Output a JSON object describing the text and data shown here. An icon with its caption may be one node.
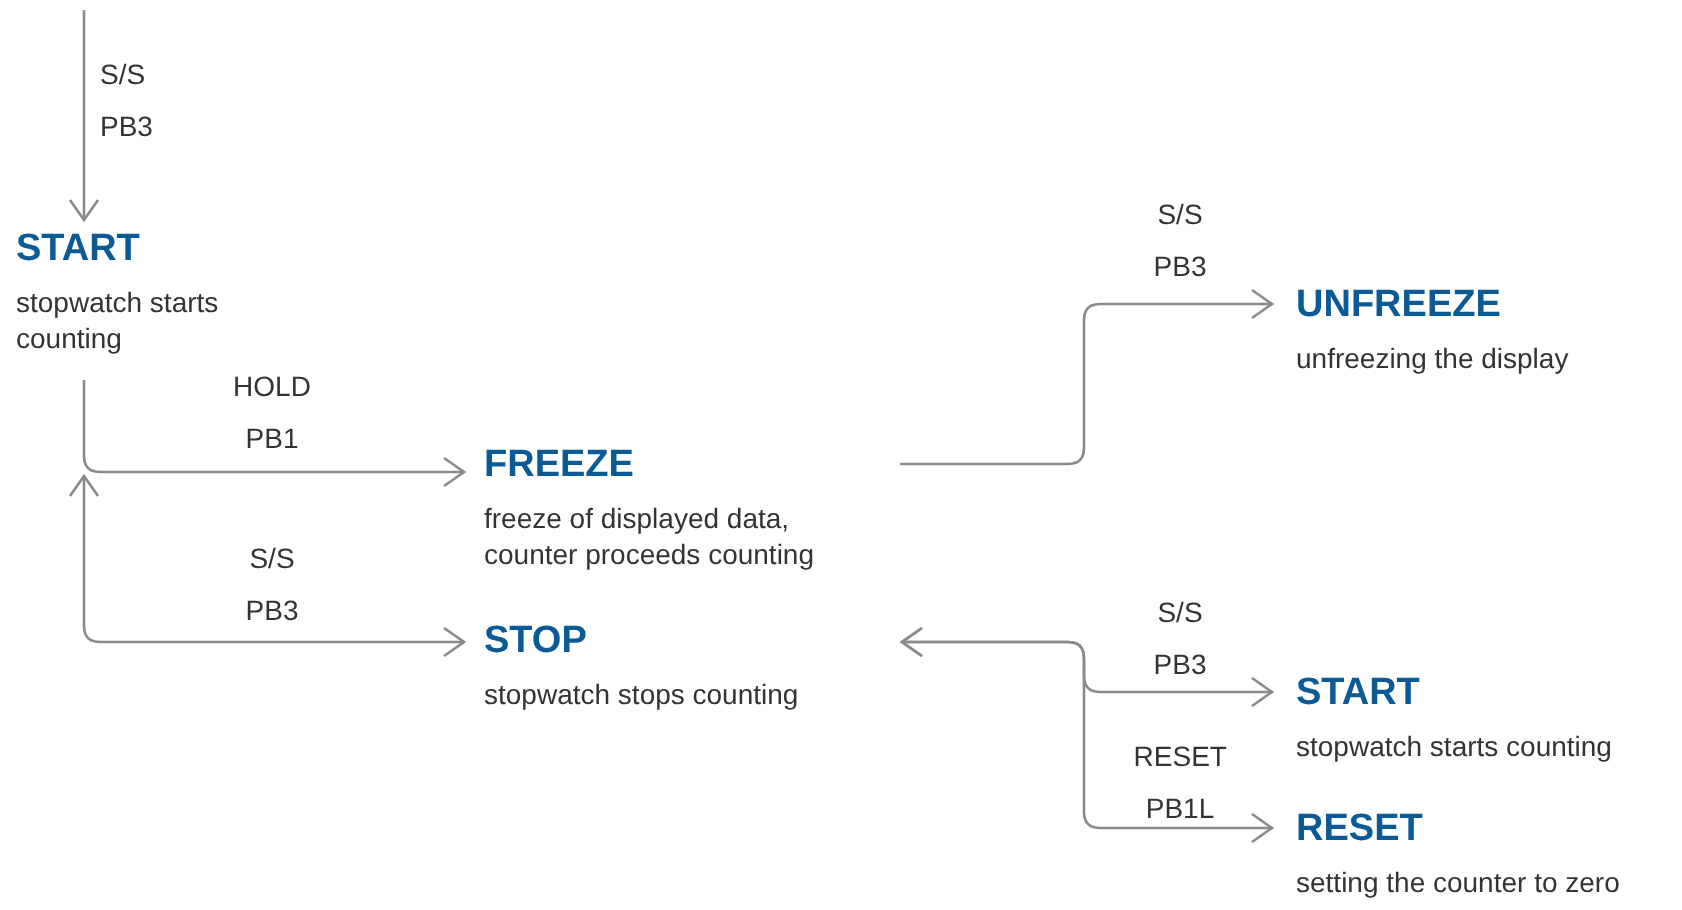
{
  "diagram": {
    "nodes": [
      {
        "text": [
          "START",
          "stopwatch starts counting"
        ]
      },
      {
        "text": [
          "FREEZE",
          "freeze of displayed data, counter proceeds counting"
        ]
      },
      {
        "text": [
          "STOP",
          "stopwatch stops counting"
        ]
      },
      {
        "text": [
          "UNFREEZE",
          "unfreezing the display"
        ]
      },
      {
        "text": [
          "START",
          "stopwatch starts counting"
        ]
      },
      {
        "text": [
          "RESET",
          "setting the counter to zero"
        ]
      }
    ],
    "edges": [
      {
        "from": null,
        "to": 0,
        "arrow": "to",
        "label": "S/S PB3"
      },
      {
        "from": 0,
        "to": 1,
        "arrow": "to",
        "label": "HOLD PB1"
      },
      {
        "from": 0,
        "to": 2,
        "arrow": "both",
        "label": "S/S PB3"
      },
      {
        "from": 1,
        "to": 3,
        "arrow": "to",
        "label": "S/S PB3"
      },
      {
        "from": 2,
        "to": 4,
        "arrow": "both",
        "label": "S/S PB3"
      },
      {
        "from": 2,
        "to": 5,
        "arrow": "both",
        "label": "RESET PB1L"
      }
    ]
  }
}
